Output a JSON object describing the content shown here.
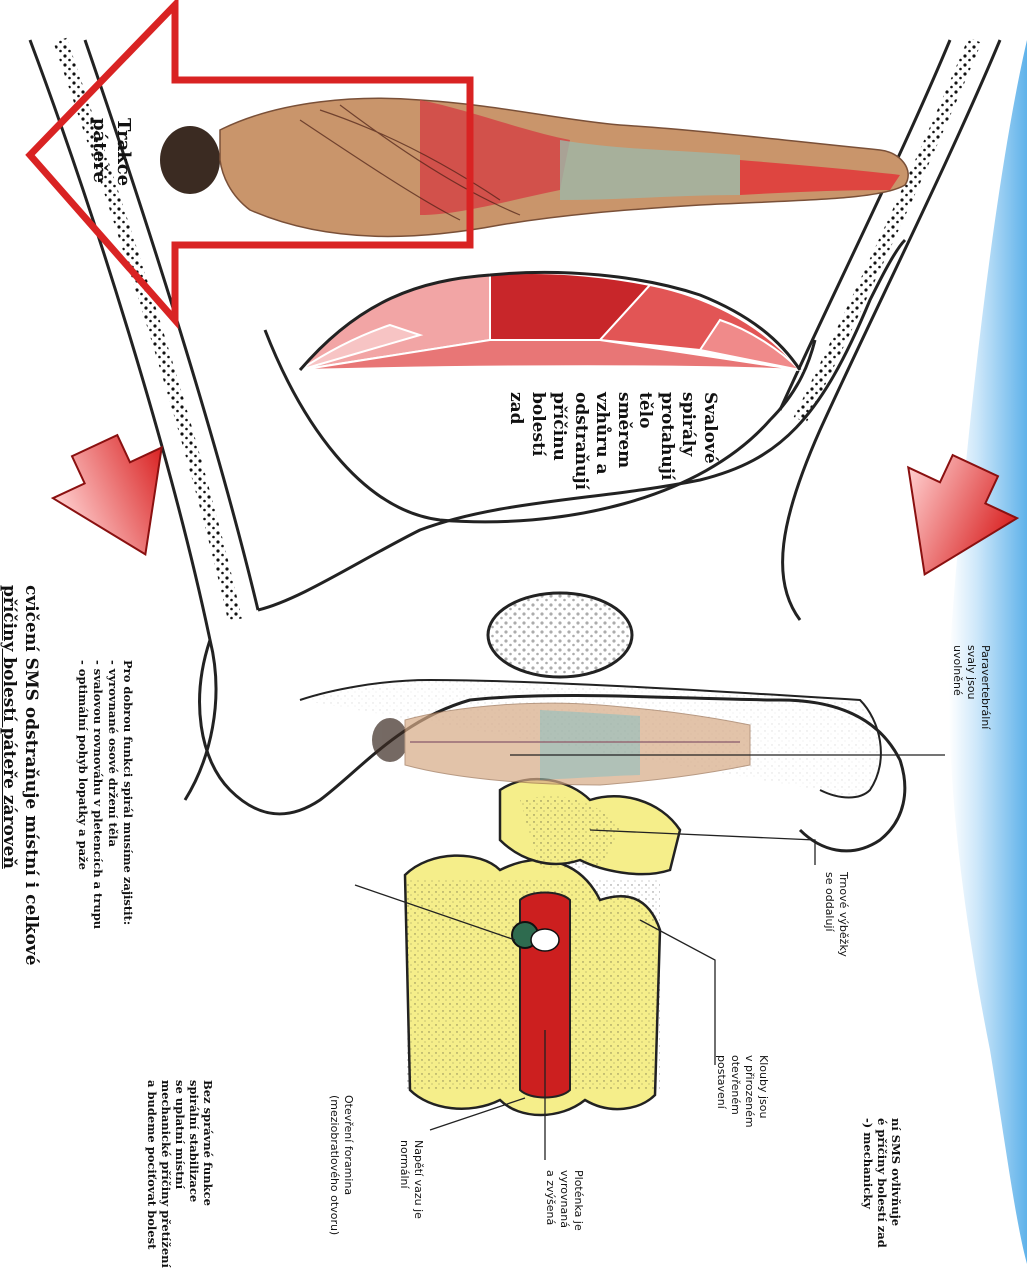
{
  "title": {
    "line1": "cvičení SMS odstraňuje místní i celkové",
    "line2": "příčiny bolestí páteře zároveň"
  },
  "requirements": {
    "heading": "Pro dobrou funkci spirál musíme zajistit:",
    "items": [
      "- vyrovnané osové držení těla",
      "- svalovou rovnováhu v pletencích a trupu",
      "- optimální pohyb lopatky a paže"
    ]
  },
  "warning": {
    "lines": [
      "Bez správné funkce",
      "spirální stabilizace",
      "se uplatní místní",
      "mechanické příčiny přetížení",
      "a budeme pociťovat bolest"
    ]
  },
  "bottom_note": {
    "lines": [
      "ní SMS ovlivňuje",
      "é příčiny bolestí zad",
      "-) mechanicky"
    ]
  },
  "traction_label": [
    "Trakce",
    "páteře"
  ],
  "spiral_text": [
    "Svalové",
    "spirály",
    "protahují",
    "tělo",
    "směrem",
    "vzhůru a",
    "odstraňují",
    "příčinu",
    "bolestí",
    "zad"
  ],
  "annotations": {
    "foramina": [
      "Otevření foramina",
      "(meziobratlového otvoru)"
    ],
    "ligament": [
      "Napětí vazu je",
      "normální"
    ],
    "disc": [
      "Ploténka je",
      "vyrovnaná",
      "a zvýšená"
    ],
    "joints": [
      "Klouby jsou",
      "v přirozeném",
      "otevřeném",
      "postavení"
    ],
    "spinous": [
      "Trnové výběžky",
      "se oddalují"
    ],
    "paravertebral": [
      "Paravertebrální",
      "svaly jsou",
      "uvolněné"
    ]
  },
  "colors": {
    "arrow_red": "#d92323",
    "muscle_red": "#c8262a",
    "bone_yellow": "#f5ee8a",
    "disc_red": "#cc1f1f",
    "water_blue": "#7cc3ef"
  }
}
